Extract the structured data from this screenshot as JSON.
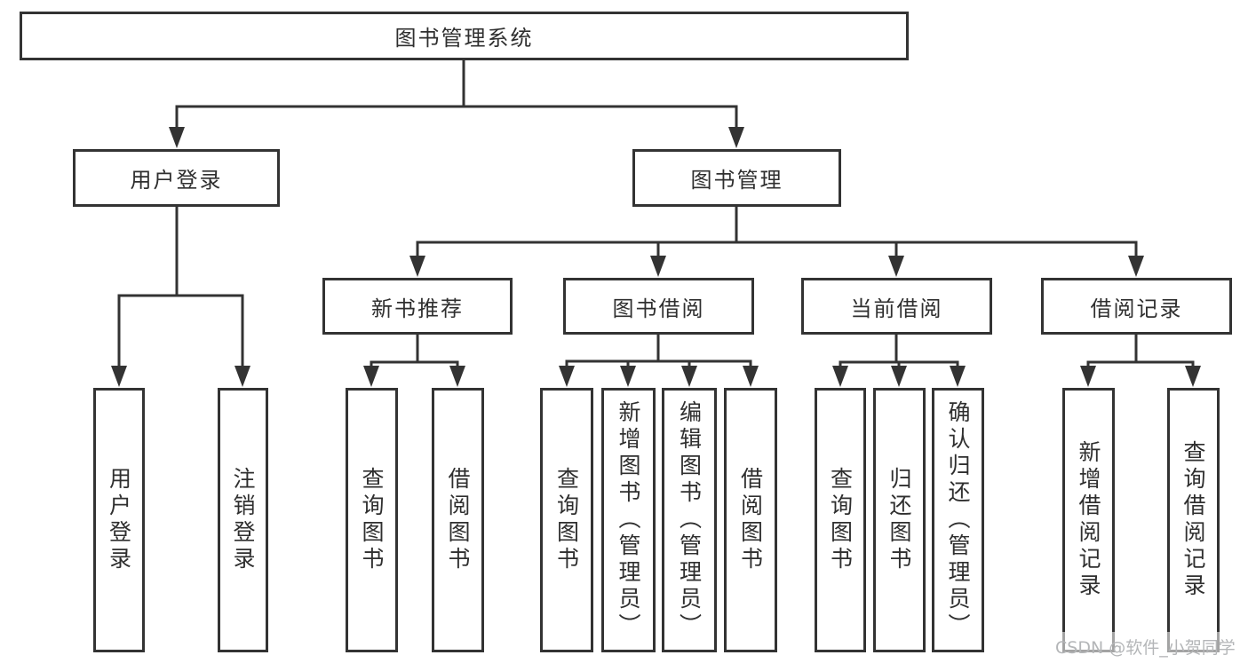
{
  "diagram": {
    "title": "图书管理系统",
    "tree": {
      "branches": [
        {
          "label": "用户登录",
          "children": [
            {
              "label": "用户登录"
            },
            {
              "label": "注销登录"
            }
          ]
        },
        {
          "label": "图书管理",
          "sections": [
            {
              "label": "新书推荐",
              "children": [
                {
                  "label": "查询图书"
                },
                {
                  "label": "借阅图书"
                }
              ]
            },
            {
              "label": "图书借阅",
              "children": [
                {
                  "label": "查询图书"
                },
                {
                  "label": "新增图书（管理员）"
                },
                {
                  "label": "编辑图书（管理员）"
                },
                {
                  "label": "借阅图书"
                }
              ]
            },
            {
              "label": "当前借阅",
              "children": [
                {
                  "label": "查询图书"
                },
                {
                  "label": "归还图书"
                },
                {
                  "label": "确认归还（管理员）"
                }
              ]
            },
            {
              "label": "借阅记录",
              "children": [
                {
                  "label": "新增借阅记录"
                },
                {
                  "label": "查询借阅记录"
                }
              ]
            }
          ]
        }
      ]
    },
    "colors": {
      "line": "#333333",
      "box_border": "#333333",
      "text": "#2f2f2f",
      "background": "#ffffff"
    }
  },
  "watermark": {
    "text": "CSDN @软件_小贺同学",
    "color": "#b4b6b8"
  }
}
